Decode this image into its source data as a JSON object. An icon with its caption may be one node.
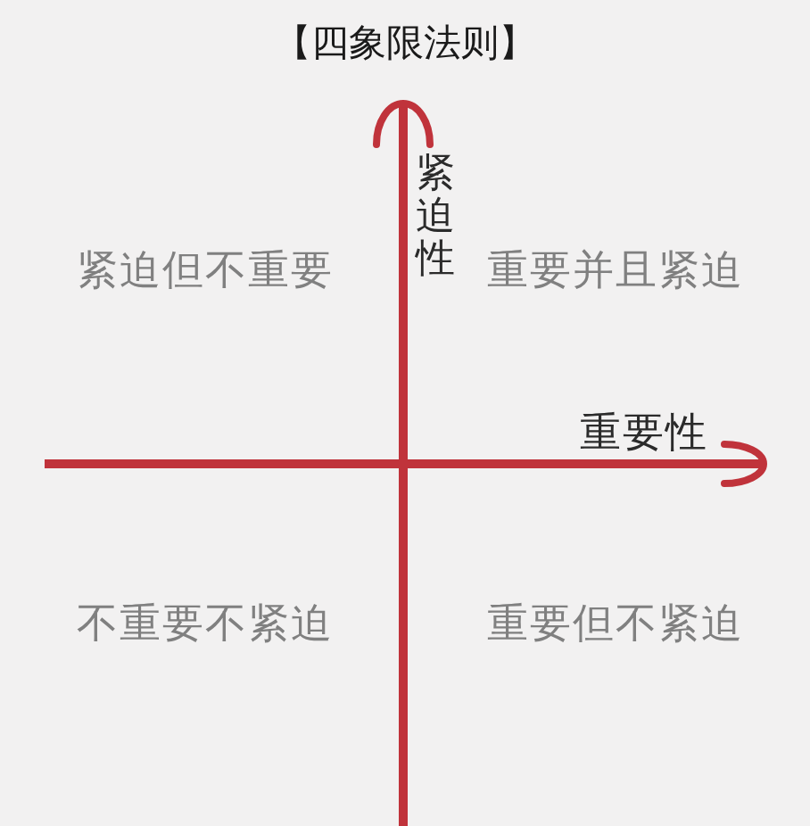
{
  "diagram": {
    "title": "【四象限法则】",
    "labels": [
      "紧迫性",
      "紧迫但不重要",
      "重要并且紧迫",
      "重要性",
      "不重要不紧迫",
      "重要但不紧迫"
    ]
  }
}
